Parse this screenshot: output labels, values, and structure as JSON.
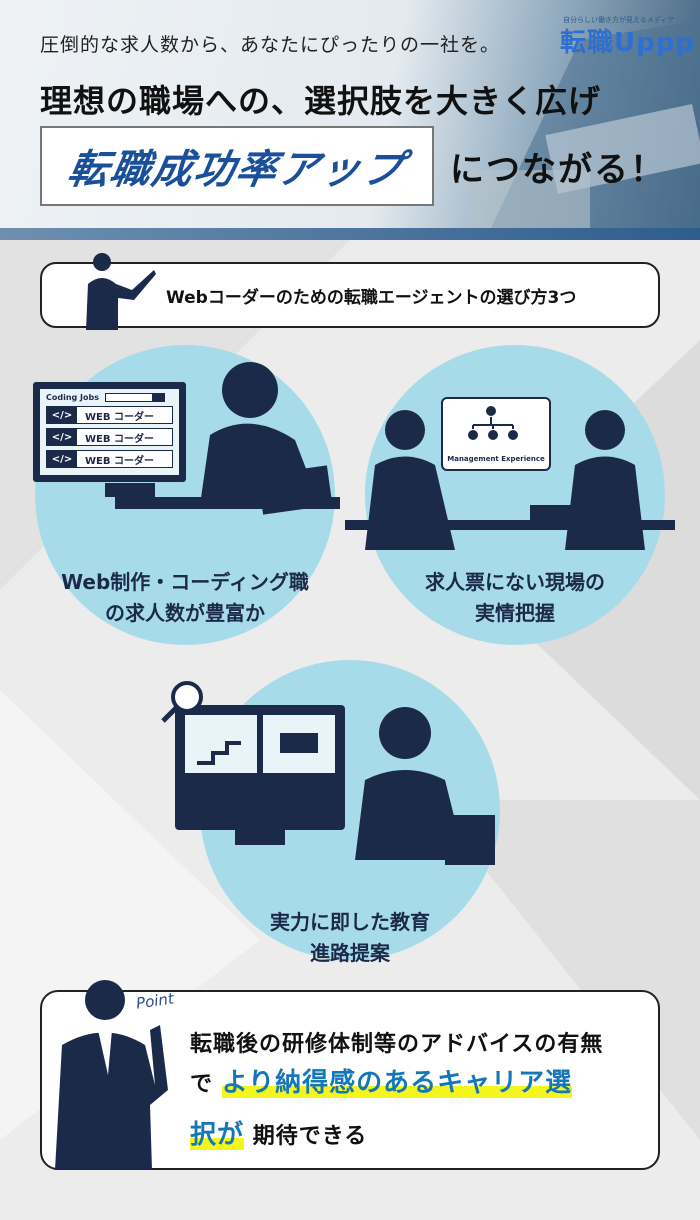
{
  "header": {
    "subtitle": "圧倒的な求人数から、あなたにぴったりの一社を。",
    "headline": "理想の職場への、選択肢を大きく広げ",
    "badge": "転職成功率アップ",
    "tail": "につながる！",
    "logo_tagline": "自分らしい働き方が見えるメディア",
    "logo": "転職Uppp"
  },
  "section_title": "Webコーダーのための転職エージェントの選び方3つ",
  "screen": {
    "title": "Coding Jobs",
    "jobs": [
      "WEB コーダー",
      "WEB コーダー",
      "WEB コーダー"
    ],
    "code_icon": "</>",
    "management": "Management Experience"
  },
  "points": [
    {
      "line1": "Web制作・コーディング職",
      "line2": "の求人数が豊富か"
    },
    {
      "line1": "求人票にない現場の",
      "line2": "実情把握"
    },
    {
      "line1": "実力に即した教育",
      "line2": "進路提案"
    }
  ],
  "summary": {
    "label": "Point",
    "line1": "転職後の研修体制等のアドバイスの有無",
    "line2_prefix": "で",
    "highlight1": "より納得感のあるキャリア選",
    "highlight2": "択が",
    "line3_suffix": "期待できる"
  },
  "colors": {
    "accent": "#1477b8",
    "navy": "#1c2a4a",
    "circle": "#a8dbe9",
    "highlight": "#f5f51e"
  }
}
